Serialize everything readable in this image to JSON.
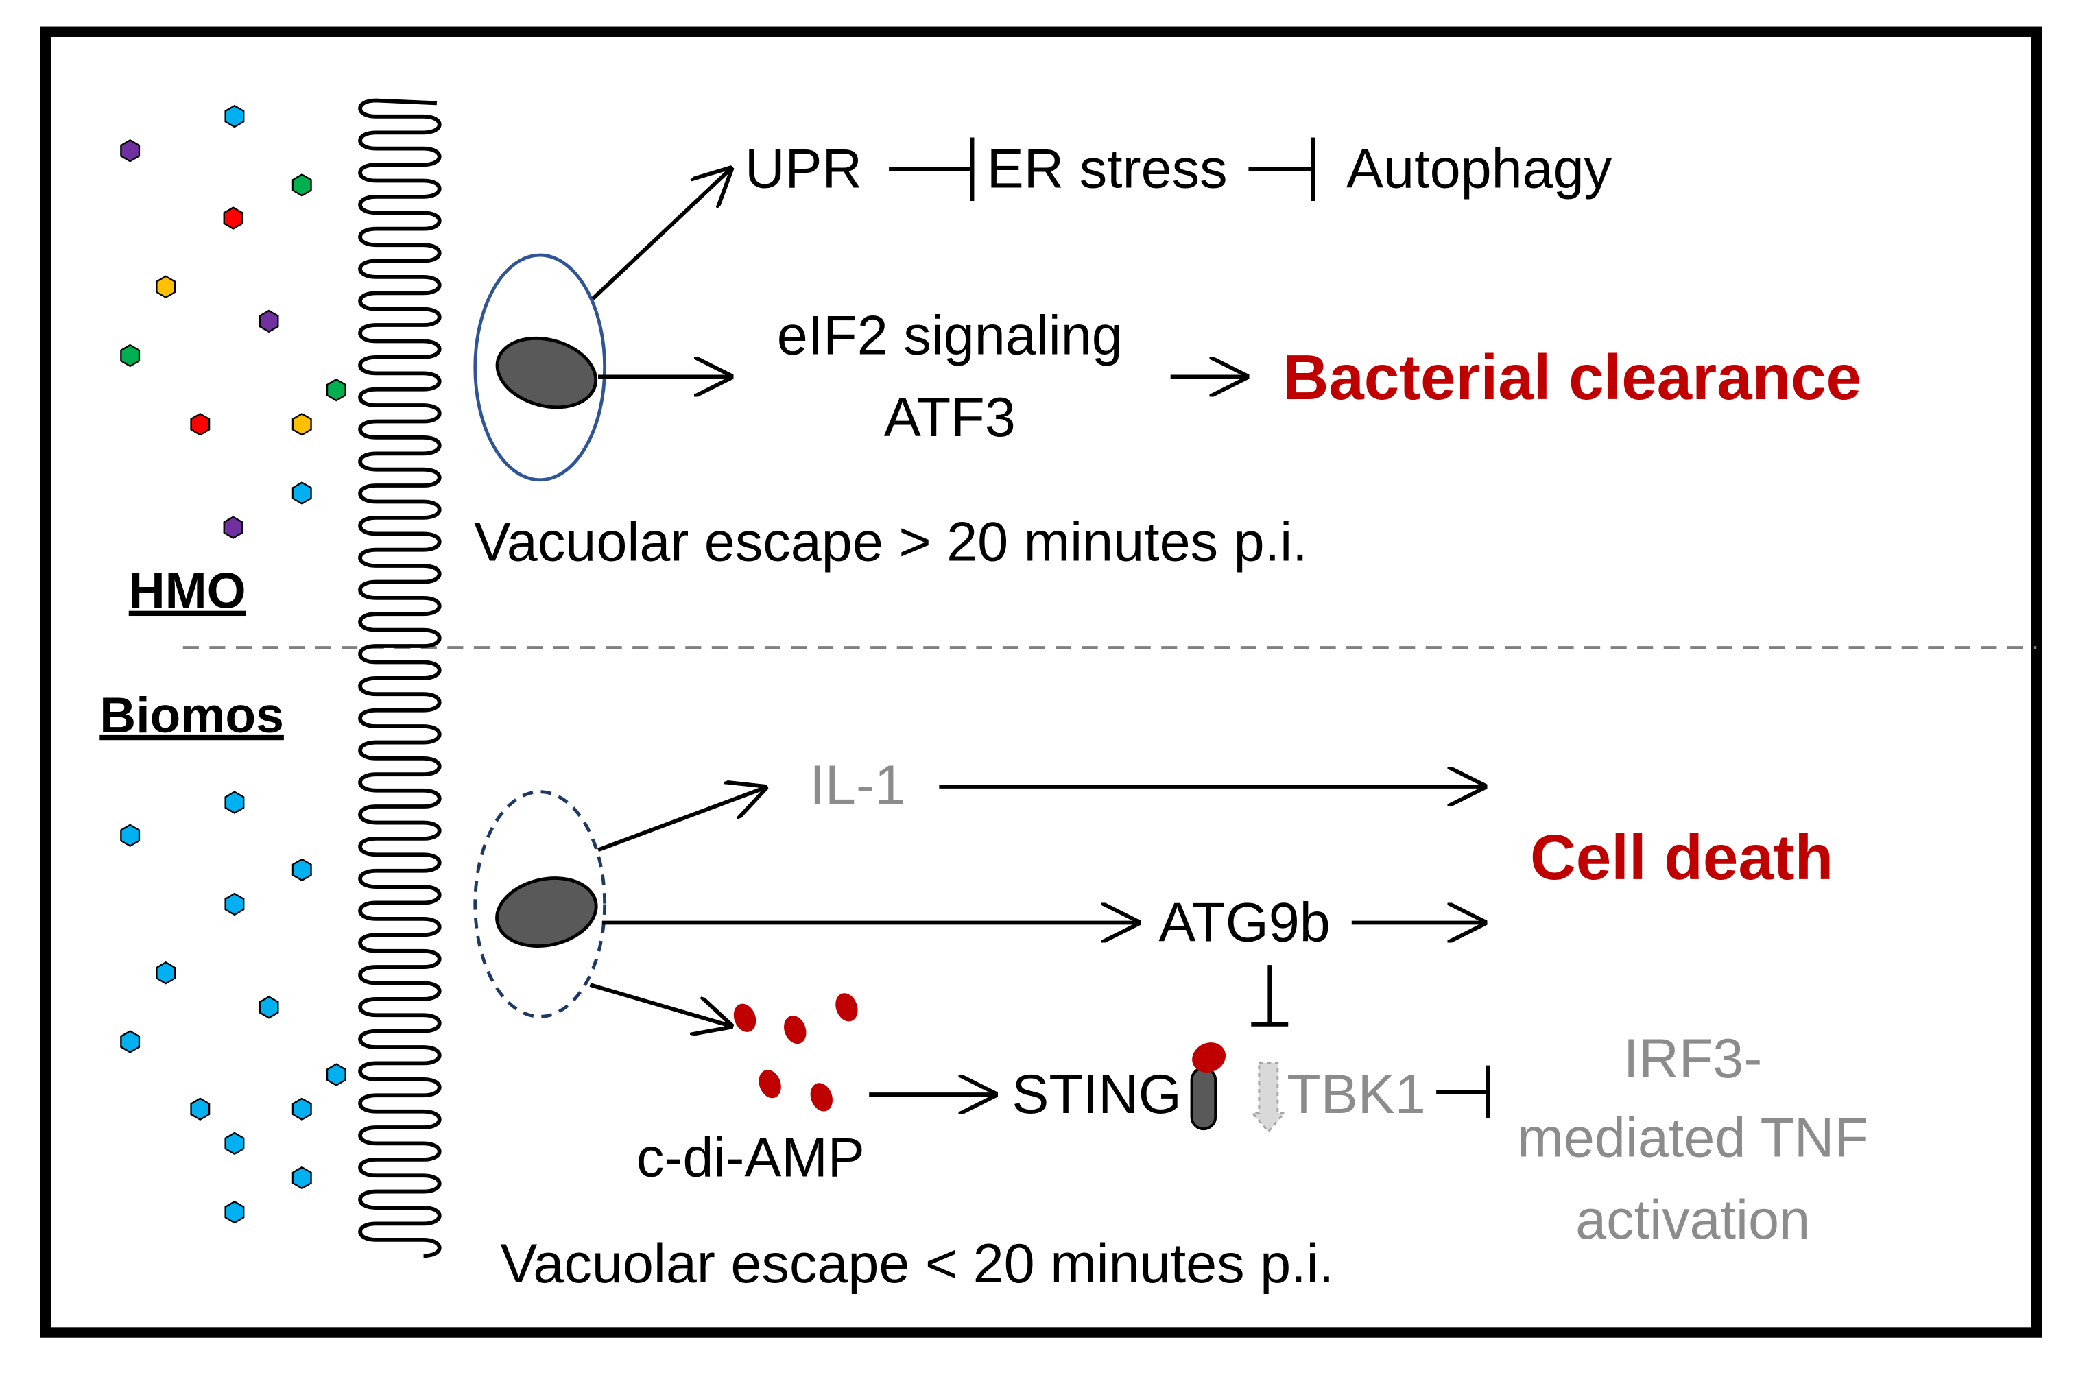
{
  "hmo": {
    "section_label": "HMO",
    "upr": "UPR",
    "er_stress": "ER stress",
    "autophagy": "Autophagy",
    "eif2_line1": "eIF2 signaling",
    "eif2_line2": "ATF3",
    "outcome": "Bacterial clearance",
    "escape_timing": "Vacuolar escape > 20 minutes p.i."
  },
  "biomos": {
    "section_label": "Biomos",
    "il1": "IL-1",
    "atg9b": "ATG9b",
    "outcome": "Cell death",
    "sting": "STING",
    "tbk1": "TBK1",
    "irf3_line1": "IRF3-",
    "irf3_line2": "mediated TNF",
    "irf3_line3": "activation",
    "cdiamp": "c-di-AMP",
    "escape_timing": "Vacuolar escape < 20 minutes p.i."
  },
  "colors": {
    "outcome_red": "#C00000",
    "inactive_gray": "#8C8C8C",
    "vacuole_outline": "#2F5597",
    "bacterium_fill": "#595959",
    "cdiamp_red": "#C00000",
    "hex_purple": "#7030A0",
    "hex_blue": "#00B0F0",
    "hex_green": "#00B050",
    "hex_red": "#FF0000",
    "hex_yellow": "#FFC000"
  }
}
